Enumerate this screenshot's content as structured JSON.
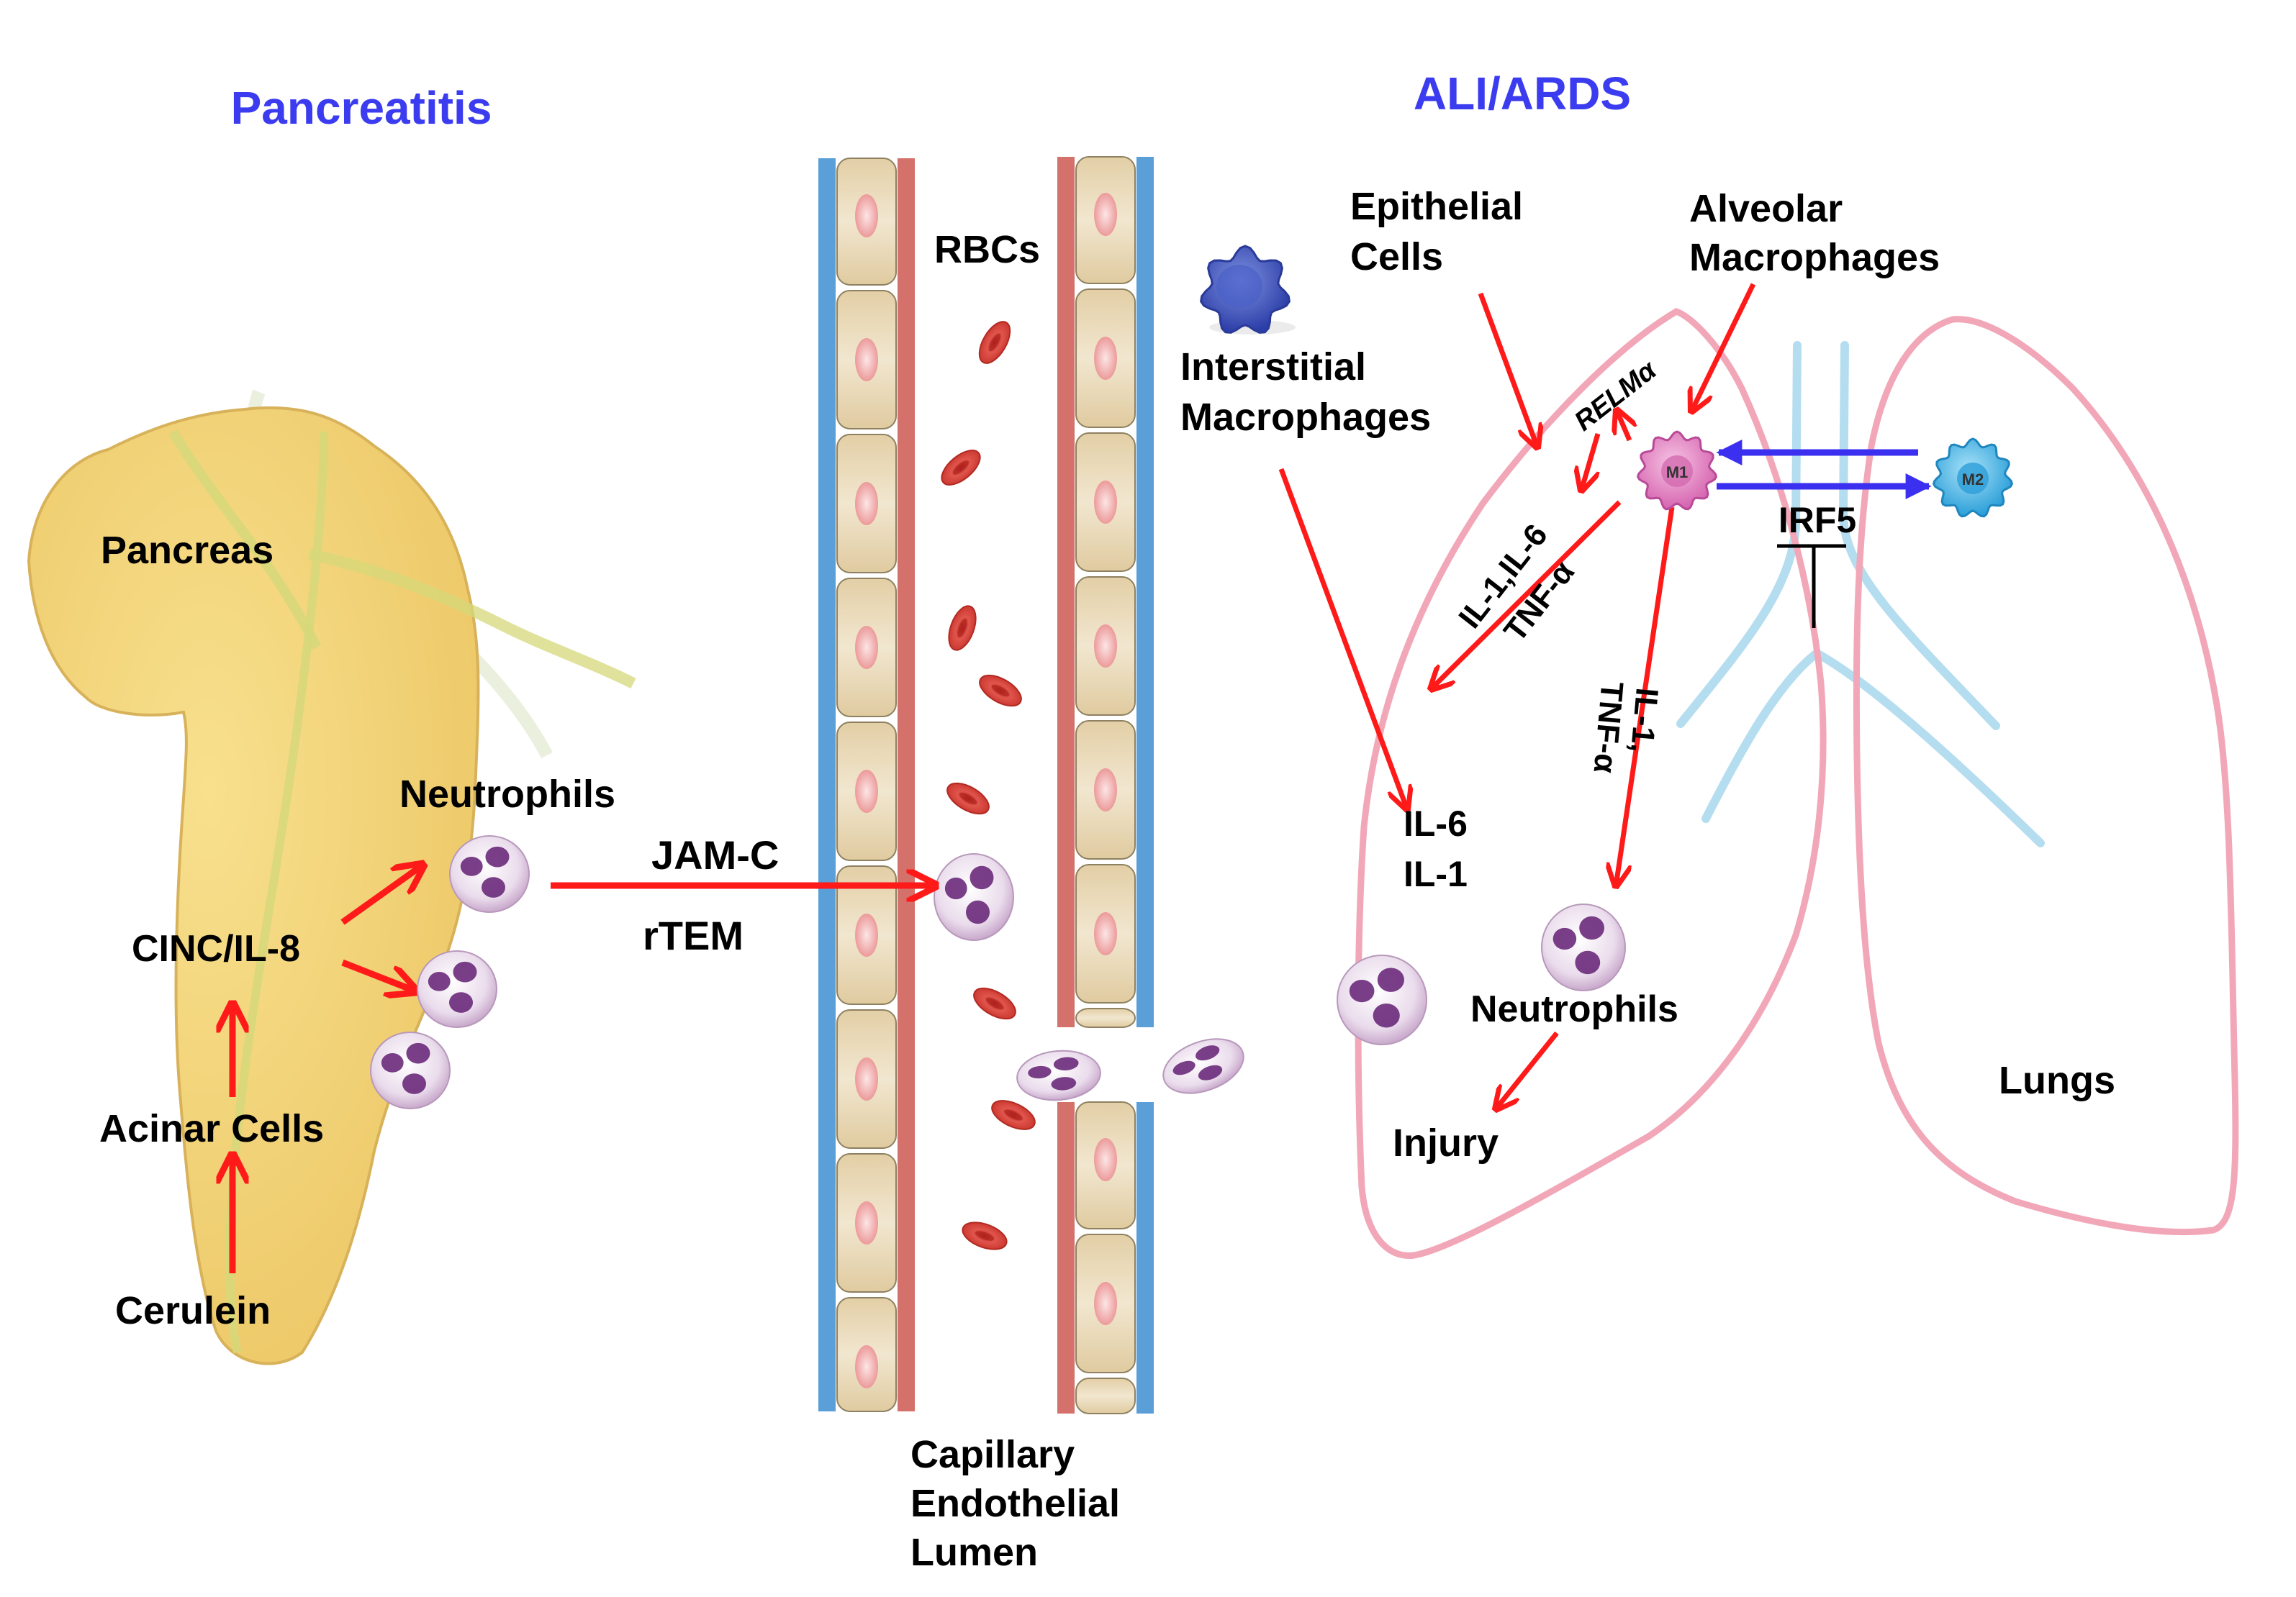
{
  "colors": {
    "title": "#3b3bef",
    "arrow_red": "#ff1a1a",
    "arrow_blue": "#3b30f0",
    "pancreas_fill": "#f3d27a",
    "pancreas_edge": "#d8b25a",
    "pancreas_vessel": "#d6d87a",
    "vessel_blue": "#5a9fd8",
    "vessel_red": "#d4716a",
    "endothelial_cell": "#e8d6b0",
    "nucleus": "#f2a3a3",
    "rbc": "#d43a32",
    "neutrophil_body": "#eadcec",
    "neutrophil_nucleus": "#6a2a7a",
    "lung_outline": "#f2a7b8",
    "bronchi": "#b5ddf0",
    "m1": "#e07ac0",
    "m2": "#3fb4e8",
    "interstitial_macrophage": "#3f55c0",
    "inhibit": "#000000"
  },
  "titles": {
    "pancreatitis": "Pancreatitis",
    "ali_ards": "ALI/ARDS"
  },
  "pancreas_panel": {
    "organ_label": "Pancreas",
    "neutrophils_label": "Neutrophils",
    "cinc_label": "CINC/IL-8",
    "acinar_label": "Acinar Cells",
    "cerulein_label": "Cerulein"
  },
  "capillary_panel": {
    "rbcs_label": "RBCs",
    "jamc_label": "JAM-C",
    "rtem_label": "rTEM",
    "capillary_label_lines": [
      "Capillary",
      "Endothelial",
      "Lumen"
    ]
  },
  "lung_panel": {
    "epithelial_lines": [
      "Epithelial",
      "Cells"
    ],
    "alveolar_lines": [
      "Alveolar",
      "Macrophages"
    ],
    "interstitial_lines": [
      "Interstitial",
      "Macrophages"
    ],
    "relm_label": "RELMα",
    "cytokines_left_lines": [
      "IL-1,IL-6",
      "TNF-α"
    ],
    "cytokines_down_lines": [
      "IL-1,",
      "TNF-α"
    ],
    "il_lines": [
      "IL-6",
      "IL-1"
    ],
    "m1_label": "M1",
    "m2_label": "M2",
    "irf5_label": "IRF5",
    "neutrophils_label": "Neutrophils",
    "injury_label": "Injury",
    "lungs_label": "Lungs"
  }
}
